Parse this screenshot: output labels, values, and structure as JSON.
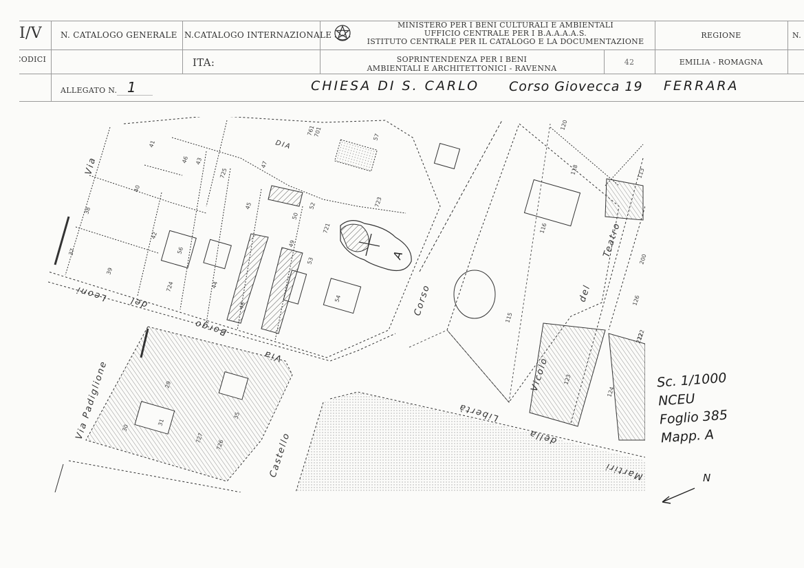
{
  "header": {
    "sheet_code": "I/V",
    "codici_label": "CODICI",
    "n_catalogo_generale_label": "N. CATALOGO GENERALE",
    "n_catalogo_internazionale_label": "N.CATALOGO INTERNAZIONALE",
    "ministry_line1": "MINISTERO PER I BENI CULTURALI E AMBIENTALI",
    "ministry_line2": "UFFICIO CENTRALE PER I B.A.A.A.A.S.",
    "ministry_line3": "ISTITUTO CENTRALE PER IL CATALOGO E LA DOCUMENTAZIONE",
    "regione_label": "REGIONE",
    "n_label_right": "N.",
    "ita_label": "ITA:",
    "soprintendenza_line1": "SOPRINTENDENZA PER I BENI",
    "soprintendenza_line2": "AMBIENTALI E ARCHITETTONICI - RAVENNA",
    "soprintendenza_code": "42",
    "regione_value": "EMILIA - ROMAGNA",
    "allegato_label": "ALLEGATO N.",
    "allegato_value": "1",
    "building": "CHIESA DI S. CARLO",
    "address": "Corso Giovecca 19",
    "city": "FERRARA"
  },
  "map": {
    "streets": {
      "via_top": "Via",
      "dia": "DIA",
      "leoni": "Leoni",
      "del": "del",
      "borgo": "Borgo",
      "via_mid": "Via",
      "corso": "Corso",
      "via_padiglione": "Via Padiglione",
      "castello": "Castello",
      "liberta": "Libertà",
      "della": "della",
      "martiri": "Martiri",
      "vicolo": "Vicolo",
      "del_teatro": "del",
      "teatro": "Teatro"
    },
    "marker": "A",
    "parcels": [
      "57",
      "41",
      "46",
      "43",
      "725",
      "47",
      "40",
      "38",
      "37",
      "39",
      "42",
      "56",
      "45",
      "52",
      "50",
      "723",
      "721",
      "49",
      "53",
      "54",
      "724",
      "44",
      "48",
      "120",
      "118",
      "116",
      "115",
      "113",
      "122",
      "123",
      "124",
      "126",
      "222",
      "200",
      "29",
      "30",
      "31",
      "35",
      "727",
      "726",
      "761",
      "701"
    ]
  },
  "annotation": {
    "scale": "Sc. 1/1000",
    "registry": "NCEU",
    "foglio": "Foglio 385",
    "mapp": "Mapp. A",
    "north": "N"
  }
}
